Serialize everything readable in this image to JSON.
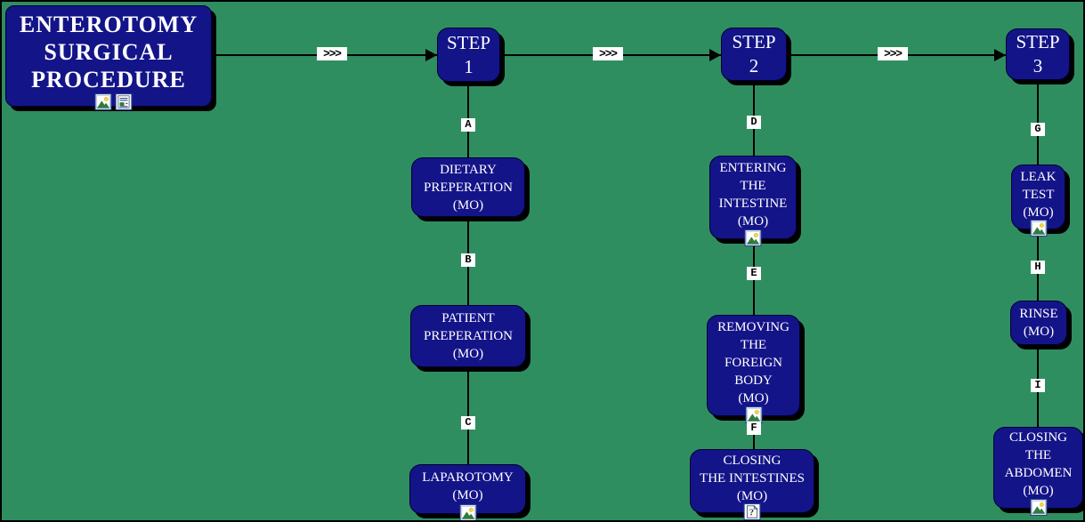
{
  "canvas": {
    "colors": {
      "background": "#2F8E60",
      "node_fill": "#141489",
      "node_text": "#FFFFFF",
      "line": "#000000",
      "label_background": "#FFFFFF",
      "shadow": "#000000"
    }
  },
  "title": {
    "lines": [
      "ENTEROTOMY",
      "SURGICAL",
      "PROCEDURE"
    ],
    "icons": [
      "picture-icon",
      "document-icon"
    ]
  },
  "flow_arrows": [
    {
      "label": ">>>"
    },
    {
      "label": ">>>"
    },
    {
      "label": ">>>"
    }
  ],
  "steps": [
    {
      "title": "STEP",
      "number": "1"
    },
    {
      "title": "STEP",
      "number": "2"
    },
    {
      "title": "STEP",
      "number": "3"
    }
  ],
  "columns": [
    {
      "step": "STEP 1",
      "nodes": [
        {
          "connector": "A",
          "lines": [
            "DIETARY",
            "PREPERATION",
            "(MO)"
          ],
          "icon": null
        },
        {
          "connector": "B",
          "lines": [
            "PATIENT",
            "PREPERATION",
            "(MO)"
          ],
          "icon": null
        },
        {
          "connector": "C",
          "lines": [
            "LAPAROTOMY",
            "(MO)"
          ],
          "icon": "picture-icon"
        }
      ]
    },
    {
      "step": "STEP 2",
      "nodes": [
        {
          "connector": "D",
          "lines": [
            "ENTERING",
            "THE",
            "INTESTINE",
            "(MO)"
          ],
          "icon": "picture-icon"
        },
        {
          "connector": "E",
          "lines": [
            "REMOVING",
            "THE",
            "FOREIGN",
            "BODY",
            "(MO)"
          ],
          "icon": "picture-icon"
        },
        {
          "connector": "F",
          "lines": [
            "CLOSING",
            "THE INTESTINES",
            "(MO)"
          ],
          "icon": "question-document-icon"
        }
      ]
    },
    {
      "step": "STEP 3",
      "nodes": [
        {
          "connector": "G",
          "lines": [
            "LEAK",
            "TEST",
            "(MO)"
          ],
          "icon": "picture-icon"
        },
        {
          "connector": "H",
          "lines": [
            "RINSE",
            "(MO)"
          ],
          "icon": null
        },
        {
          "connector": "I",
          "lines": [
            "CLOSING",
            "THE",
            "ABDOMEN",
            "(MO)"
          ],
          "icon": "picture-icon"
        }
      ]
    }
  ]
}
